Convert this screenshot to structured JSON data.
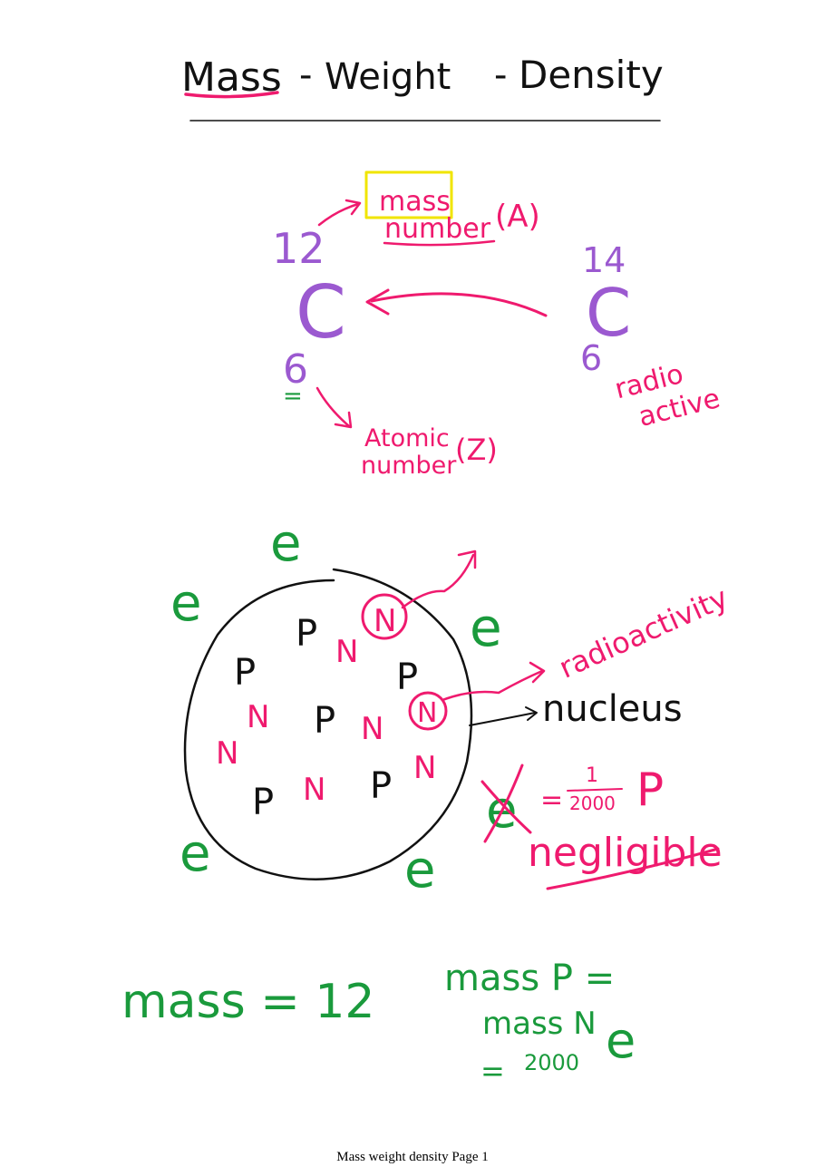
{
  "colors": {
    "pink": "#ef1a6e",
    "purple": "#9b59d0",
    "green": "#1a9a3c",
    "yellow": "#f0e500",
    "black": "#111111"
  },
  "title": {
    "word1": "Mass",
    "sep1": "-",
    "word2": "Weight",
    "sep2": "-",
    "word3": "Density"
  },
  "isotope_section": {
    "c12": {
      "mass": "12",
      "symbol": "C",
      "atomic": "6",
      "equals": "="
    },
    "mass_number_label": {
      "line1": "mass",
      "line2": "number",
      "tag": "(A)"
    },
    "atomic_number_label": {
      "line1": "Atomic",
      "line2": "number",
      "tag": "(Z)"
    },
    "c14": {
      "mass": "14",
      "symbol": "C",
      "atomic": "6"
    },
    "radio_active": {
      "line1": "radio",
      "line2": "active"
    }
  },
  "atom_section": {
    "electrons": [
      "e",
      "e",
      "e",
      "e",
      "e"
    ],
    "protons": [
      "P",
      "P",
      "P",
      "P",
      "P",
      "P"
    ],
    "neutrons": [
      "N",
      "N",
      "N",
      "N",
      "N",
      "N",
      "N",
      "N"
    ],
    "radioactivity_label": "radioactivity",
    "nucleus_label": "nucleus",
    "electron_mass": {
      "symbol": "e",
      "equals": "=",
      "numerator": "1",
      "denominator": "2000",
      "unit": "P"
    },
    "negligible_label": "negligible"
  },
  "bottom_section": {
    "mass_eq": "mass = 12",
    "line1": "mass P =",
    "line2": "mass N",
    "line3_eq": "=",
    "line3_num": "2000",
    "line3_e": "e"
  },
  "footer": "Mass weight density Page 1"
}
